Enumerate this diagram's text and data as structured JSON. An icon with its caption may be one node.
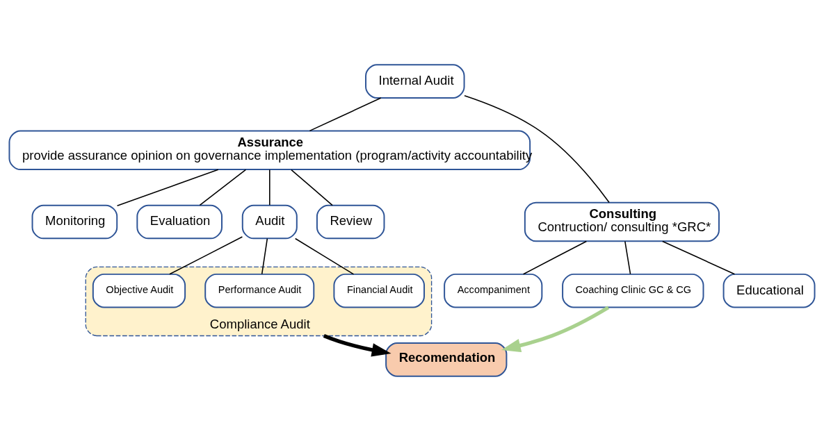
{
  "diagram": {
    "nodes": [
      {
        "text": [
          "Internal Audit"
        ]
      },
      {
        "text": [
          "Assurance",
          "provide assurance opinion on governance implementation (program/activity accountability"
        ]
      },
      {
        "text": [
          "Consulting",
          "Contruction/ consulting *GRC*"
        ]
      },
      {
        "text": [
          "Monitoring"
        ]
      },
      {
        "text": [
          "Evaluation"
        ]
      },
      {
        "text": [
          "Audit"
        ]
      },
      {
        "text": [
          "Review"
        ]
      },
      {
        "text": [
          "Accompaniment"
        ]
      },
      {
        "text": [
          "Coaching Clinic GC & CG"
        ]
      },
      {
        "text": [
          "Educational"
        ]
      },
      {
        "text": [
          "Compliance Audit"
        ]
      },
      {
        "text": [
          "Financial Audit"
        ],
        "in": 10
      },
      {
        "text": [
          "Performance Audit"
        ],
        "in": 10
      },
      {
        "text": [
          "Objective Audit"
        ],
        "in": 10
      },
      {
        "text": [
          "Recomendation"
        ]
      }
    ],
    "edges": [
      {
        "from": 0,
        "to": 1,
        "arrow": "none"
      },
      {
        "from": 0,
        "to": 2,
        "arrow": "none"
      },
      {
        "from": 1,
        "to": 3,
        "arrow": "none"
      },
      {
        "from": 1,
        "to": 4,
        "arrow": "none"
      },
      {
        "from": 1,
        "to": 5,
        "arrow": "none"
      },
      {
        "from": 1,
        "to": 6,
        "arrow": "none"
      },
      {
        "from": 2,
        "to": 7,
        "arrow": "none"
      },
      {
        "from": 2,
        "to": 8,
        "arrow": "none"
      },
      {
        "from": 2,
        "to": 9,
        "arrow": "none"
      },
      {
        "from": 5,
        "to": 11,
        "arrow": "none"
      },
      {
        "from": 5,
        "to": 12,
        "arrow": "none"
      },
      {
        "from": 5,
        "to": 13,
        "arrow": "none"
      },
      {
        "from": 10,
        "to": 14,
        "arrow": "to",
        "style": "thick"
      },
      {
        "from": 8,
        "to": 14,
        "arrow": "to",
        "style": "thick",
        "color": "#a9d18e"
      }
    ]
  }
}
